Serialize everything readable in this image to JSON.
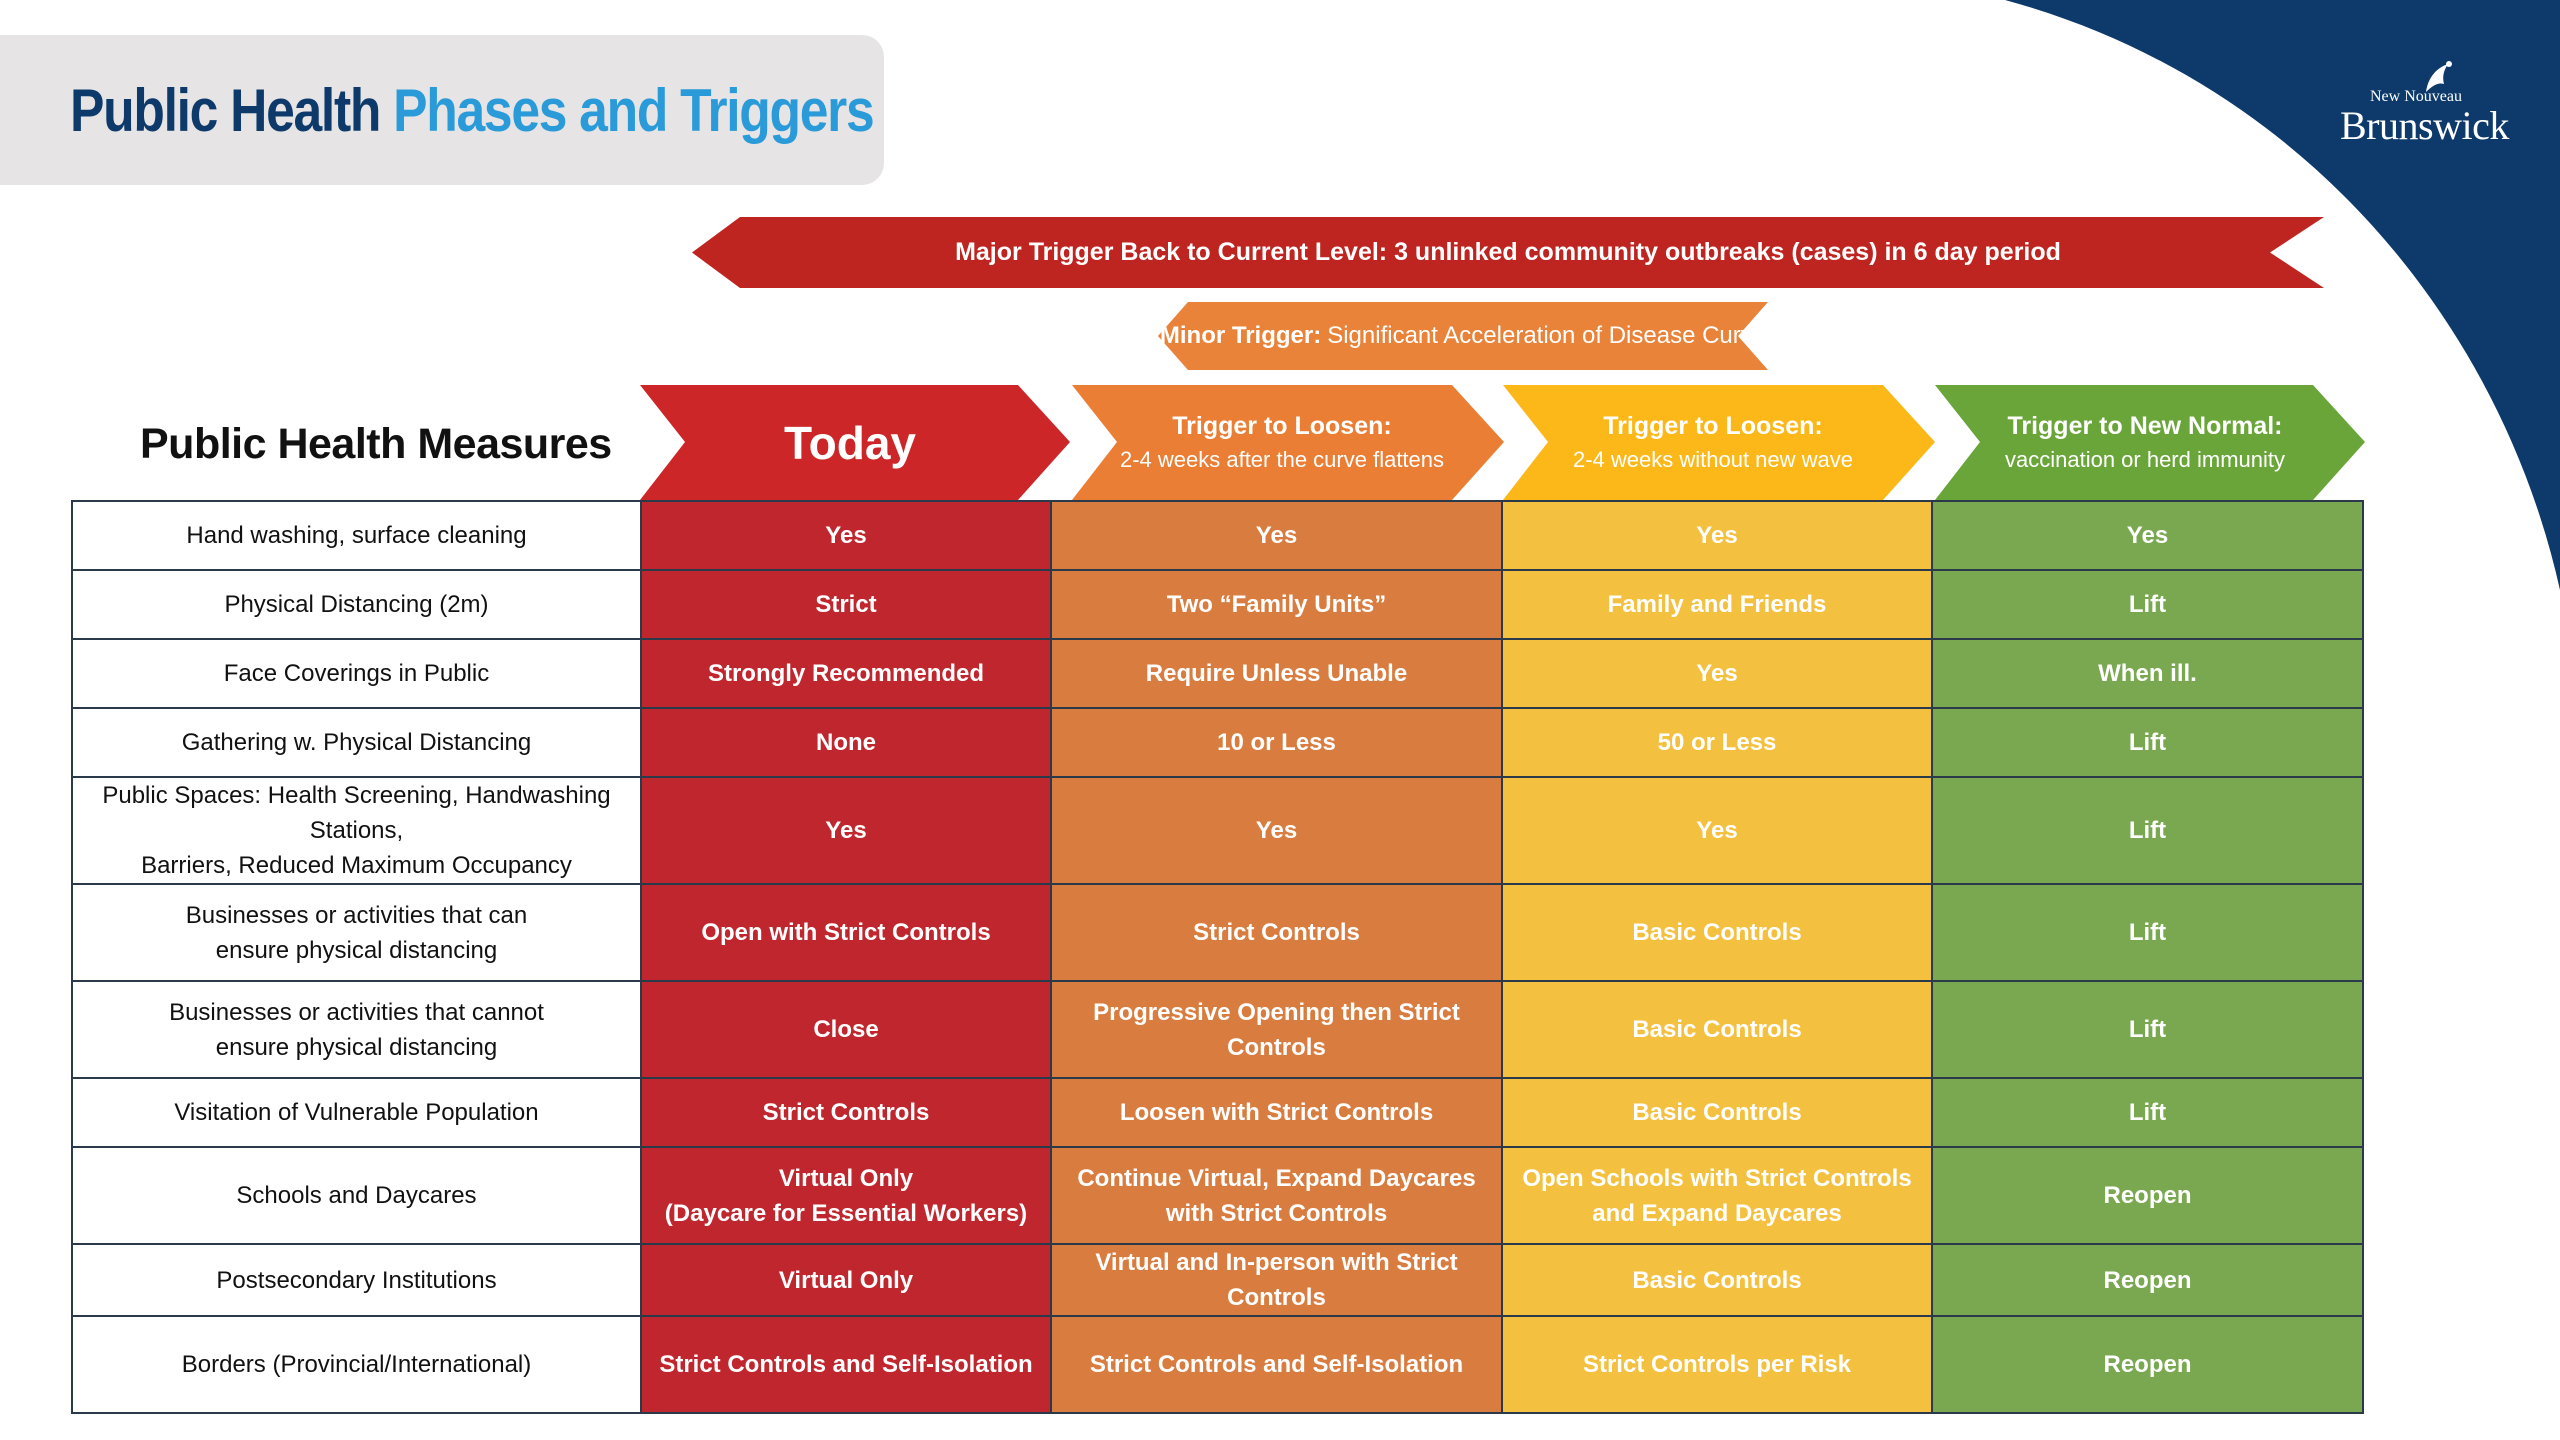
{
  "title": {
    "part1": "Public Health",
    "part2": "Phases and Triggers"
  },
  "logo": {
    "small": "New  Nouveau",
    "big": "Brunswick"
  },
  "colors": {
    "title_dark": "#0d3a6a",
    "title_light": "#2a9bd8",
    "corner": "#0d3a6a",
    "today": "#c0262d",
    "loosen1": "#d97c3f",
    "loosen2": "#f3c13f",
    "normal": "#79a850",
    "major_banner": "#be2420",
    "minor_banner": "#e9833a"
  },
  "triggers": {
    "major": "Major Trigger Back to Current Level: 3 unlinked community outbreaks (cases) in 6 day period",
    "minor_bold": "Minor Trigger:",
    "minor_text": "Significant Acceleration of Disease Curve"
  },
  "measures_header": "Public Health Measures",
  "phases": [
    {
      "title": "Today",
      "subtitle": ""
    },
    {
      "title": "Trigger to Loosen:",
      "subtitle": "2-4 weeks after the curve flattens"
    },
    {
      "title": "Trigger to Loosen:",
      "subtitle": "2-4  weeks without new wave"
    },
    {
      "title": "Trigger to New Normal:",
      "subtitle": "vaccination or herd immunity"
    }
  ],
  "rows": [
    {
      "measure": "Hand washing, surface cleaning",
      "values": [
        "Yes",
        "Yes",
        "Yes",
        "Yes"
      ]
    },
    {
      "measure": "Physical Distancing (2m)",
      "values": [
        "Strict",
        "Two “Family Units”",
        "Family and Friends",
        "Lift"
      ]
    },
    {
      "measure": "Face Coverings in Public",
      "values": [
        "Strongly Recommended",
        "Require Unless Unable",
        "Yes",
        "When ill."
      ]
    },
    {
      "measure": "Gathering w. Physical Distancing",
      "values": [
        "None",
        "10 or Less",
        "50 or Less",
        "Lift"
      ]
    },
    {
      "measure": "Public Spaces: Health Screening, Handwashing Stations,\nBarriers, Reduced Maximum Occupancy",
      "values": [
        "Yes",
        "Yes",
        "Yes",
        "Lift"
      ]
    },
    {
      "measure": "Businesses or activities that can\nensure physical  distancing",
      "values": [
        "Open with Strict Controls",
        "Strict Controls",
        "Basic Controls",
        "Lift"
      ]
    },
    {
      "measure": "Businesses or activities that cannot\nensure physical distancing",
      "values": [
        "Close",
        "Progressive Opening then Strict Controls",
        "Basic Controls",
        "Lift"
      ]
    },
    {
      "measure": "Visitation of Vulnerable Population",
      "values": [
        "Strict Controls",
        "Loosen with Strict Controls",
        "Basic Controls",
        "Lift"
      ]
    },
    {
      "measure": "Schools and Daycares",
      "values": [
        "Virtual Only\n(Daycare for Essential Workers)",
        "Continue Virtual, Expand Daycares\nwith Strict Controls",
        "Open Schools with Strict Controls\nand Expand Daycares",
        "Reopen"
      ]
    },
    {
      "measure": "Postsecondary Institutions",
      "values": [
        "Virtual Only",
        "Virtual and In-person with Strict Controls",
        "Basic Controls",
        "Reopen"
      ]
    },
    {
      "measure": "Borders (Provincial/International)",
      "values": [
        "Strict Controls and Self-Isolation",
        "Strict Controls and Self-Isolation",
        "Strict Controls per Risk",
        "Reopen"
      ]
    }
  ]
}
